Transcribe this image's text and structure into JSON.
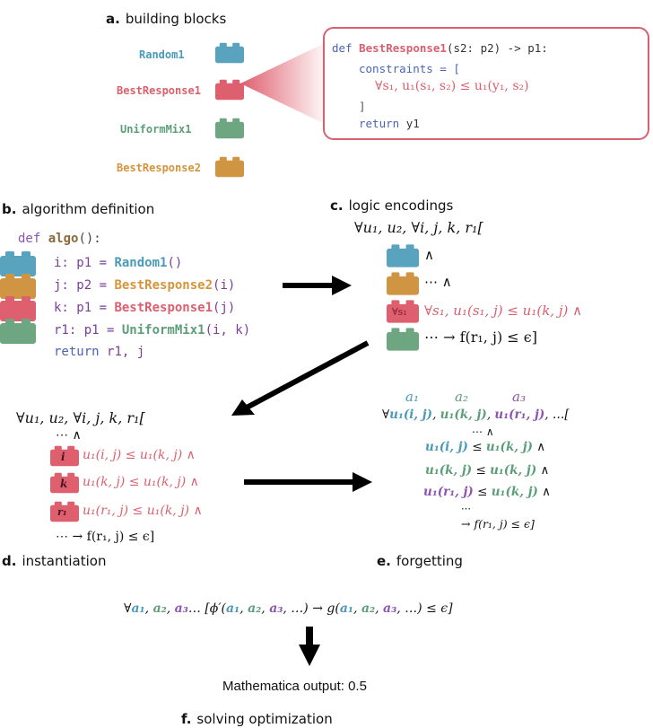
{
  "colors": {
    "blue": "#5aa3bf",
    "orange": "#cf9543",
    "red": "#de5f6e",
    "green": "#6fa682",
    "purple": "#8b55b0",
    "keyword": "#4a63b5"
  },
  "panel_a": {
    "letter": "a.",
    "title": "building blocks",
    "blocks": [
      "Random1",
      "BestResponse1",
      "UniformMix1",
      "BestResponse2"
    ],
    "callout": {
      "def": "def",
      "fn_name": "BestResponse1",
      "signature": "(s2: p2) -> p1:",
      "constraints_line": "constraints = [",
      "constraint_math": "∀s₁, u₁(s₁, s₂) ≤ u₁(y₁, s₂)",
      "close_bracket": "]",
      "return_kw": "return",
      "return_val": "y1"
    }
  },
  "panel_b": {
    "letter": "b.",
    "title": "algorithm definition",
    "def_kw": "def",
    "algo_name": "algo",
    "algo_sig": "():",
    "lines": [
      {
        "var": "i: p1 = ",
        "call": "Random1",
        "args": "()"
      },
      {
        "var": "j: p2 = ",
        "call": "BestResponse2",
        "args": "(i)"
      },
      {
        "var": "k: p1 = ",
        "call": "BestResponse1",
        "args": "(j)"
      },
      {
        "var": "r1: p1 = ",
        "call": "UniformMix1",
        "args": "(i, k)"
      }
    ],
    "return_kw": "return",
    "return_vals": "r1, j"
  },
  "panel_c": {
    "letter": "c.",
    "title": "logic encodings",
    "header": "∀u₁, u₂, ∀i, j, k, r₁[",
    "rows": [
      "∧",
      "⋯  ∧",
      "∀s₁, u₁(s₁, j) ≤ u₁(k, j)  ∧",
      "⋯      → f(r₁, j) ≤ ϵ]"
    ],
    "brick_label": "∀s₁"
  },
  "panel_d": {
    "letter": "d.",
    "title": "instantiation",
    "header": "∀u₁, u₂, ∀i, j, k, r₁[",
    "first_row": "⋯  ∧",
    "rows": [
      {
        "brick": "i",
        "text": "u₁(i, j) ≤ u₁(k, j) ∧"
      },
      {
        "brick": "k",
        "text": "u₁(k, j) ≤ u₁(k, j) ∧"
      },
      {
        "brick": "r₁",
        "text": "u₁(r₁, j) ≤ u₁(k, j) ∧"
      }
    ],
    "last_row": "⋯        → f(r₁, j) ≤ ϵ]"
  },
  "panel_e": {
    "letter": "e.",
    "title": "forgetting",
    "a_labels": [
      "a₁",
      "a₂",
      "a₃"
    ],
    "header_prefix": "∀",
    "header_terms": [
      "u₁(i, j)",
      "u₁(k, j)",
      "u₁(r₁, j)"
    ],
    "header_suffix": ", …[",
    "mid_row": "⋯ ∧",
    "rows": [
      {
        "lhs": "u₁(i, j)",
        "op": " ≤ ",
        "rhs": "u₁(k, j)",
        "tail": " ∧"
      },
      {
        "lhs": "u₁(k, j)",
        "op": " ≤ ",
        "rhs": "u₁(k, j)",
        "tail": " ∧"
      },
      {
        "lhs": "u₁(r₁, j)",
        "op": " ≤ ",
        "rhs": "u₁(k, j)",
        "tail": " ∧"
      }
    ],
    "dots": "⋯",
    "last_row": "→ f(r₁, j) ≤ ϵ]"
  },
  "panel_f": {
    "letter": "f.",
    "title": "solving optimization",
    "formula_prefix": "∀",
    "formula_mid": "… [ϕ′(",
    "formula_mid2": ", …) → g(",
    "formula_end": ", …) ≤ ϵ]",
    "a_terms": [
      "a₁",
      "a₂",
      "a₃"
    ],
    "output": "Mathematica output: 0.5"
  }
}
